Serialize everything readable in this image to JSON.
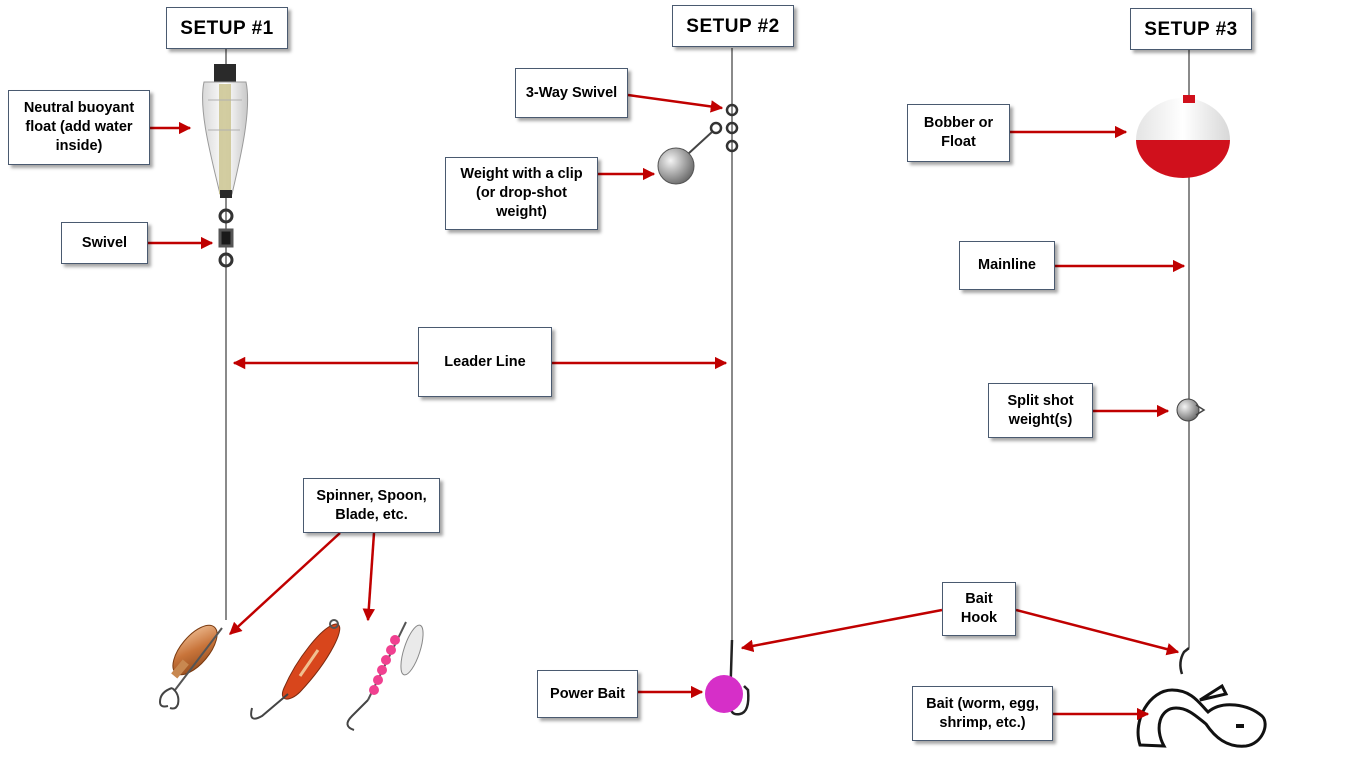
{
  "setups": [
    {
      "title": "SETUP #1"
    },
    {
      "title": "SETUP #2"
    },
    {
      "title": "SETUP #3"
    }
  ],
  "labels": {
    "neutral_float": "Neutral buoyant\nfloat (add water\ninside)",
    "swivel": "Swivel",
    "leader_line": "Leader Line",
    "spinner": "Spinner, Spoon,\nBlade, etc.",
    "three_way_swivel": "3-Way Swivel",
    "weight_clip": "Weight with a clip\n(or drop-shot\nweight)",
    "power_bait": "Power Bait",
    "bait_hook": "Bait\nHook",
    "bobber": "Bobber or\nFloat",
    "mainline": "Mainline",
    "split_shot": "Split shot\nweight(s)",
    "bait": "Bait (worm, egg,\nshrimp, etc.)"
  },
  "colors": {
    "arrow": "#c00000",
    "line": "#8a8a8a",
    "bobber_red": "#d0101c",
    "power_bait": "#d62fc8",
    "label_border": "#4a5a70"
  }
}
